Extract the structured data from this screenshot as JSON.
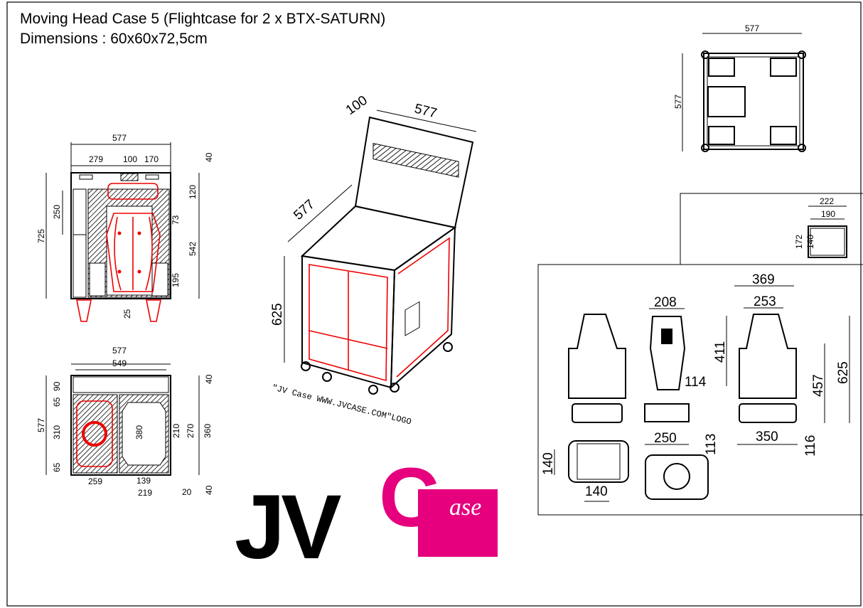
{
  "header": {
    "title": "Moving Head Case 5 (Flightcase for 2 x BTX-SATURN)",
    "dimensions": "Dimensions : 60x60x72,5cm"
  },
  "colors": {
    "accent": "#e6007e",
    "red_lines": "#e00000",
    "ink": "#000000"
  },
  "front_section": {
    "width_total": "577",
    "w1": "279",
    "w2": "100",
    "w3": "170",
    "h_top": "40",
    "h_120": "120",
    "h_73": "73",
    "h_542": "542",
    "h_195": "195",
    "bottom_25": "25",
    "left_250": "250",
    "height_total": "725"
  },
  "top_section": {
    "width_total": "577",
    "width_inner": "549",
    "top_40": "40",
    "h_90": "90",
    "h_65a": "65",
    "h_310": "310",
    "h_65b": "65",
    "depth_total": "577",
    "h_380": "380",
    "h_210": "210",
    "h_270": "270",
    "h_360": "360",
    "w_259": "259",
    "w_139": "139",
    "w_219": "219",
    "w_20": "20",
    "bottom_40": "40"
  },
  "isometric": {
    "lid_depth": "100",
    "top_width": "577",
    "side_depth": "577",
    "height": "625",
    "logo_note": "″JV Case WWW.JVCASE.COM″LOGO"
  },
  "top_view": {
    "width": "577",
    "depth": "577"
  },
  "handle_detail": {
    "outer_w": "222",
    "inner_w": "190",
    "outer_h": "172",
    "inner_h": "140"
  },
  "fixture": {
    "d369": "369",
    "d253": "253",
    "d208": "208",
    "d411": "411",
    "d457": "457",
    "d625": "625",
    "d114": "114",
    "d250": "250",
    "d113": "113",
    "d350": "350",
    "d116": "116",
    "d140a": "140",
    "d140b": "140"
  },
  "logo": {
    "jv": "JV",
    "c": "C",
    "ase": "ase"
  }
}
